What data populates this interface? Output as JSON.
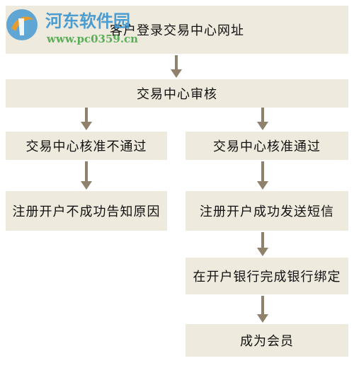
{
  "flowchart": {
    "step_login": "客户登录交易中心网址",
    "step_review": "交易中心审核",
    "step_fail": "交易中心核准不通过",
    "step_pass": "交易中心核准通过",
    "step_fail_notify": "注册开户不成功告知原因",
    "step_pass_sms": "注册开户成功发送短信",
    "step_bind_bank": "在开户银行完成银行绑定",
    "step_member": "成为会员"
  },
  "watermark": {
    "site_name": "河东软件园",
    "url": "www.pc0359.cn"
  },
  "colors": {
    "node_fill": "#eeeadd",
    "arrow": "#8f816b",
    "text": "#111111",
    "watermark_blue": "#2f8fd0",
    "watermark_green": "#4aa84a"
  }
}
